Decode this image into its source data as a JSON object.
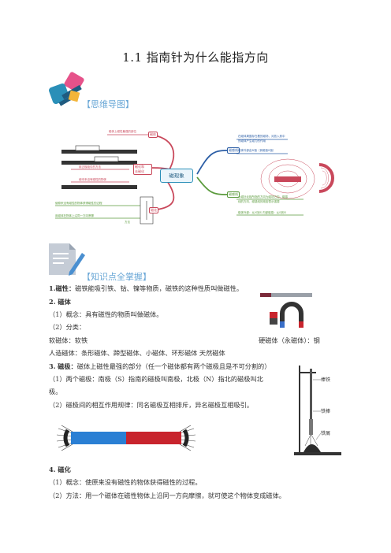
{
  "title": "1.1  指南针为什么能指方向",
  "mindmap": {
    "header": "【思维导图】",
    "center": "磁现象",
    "left_nodes": {
      "magnet": "磁体",
      "magnetize": "磁化和\n去磁化",
      "compass": "磁化"
    },
    "right_nodes": {
      "field": "磁感线",
      "lines": "磁感线"
    },
    "notes": {
      "n1": "磁体上磁性最强的部位",
      "n2": "用正极吸引的方法",
      "n3": "使本来没有磁性的物体",
      "n4": "使原来没有磁性的物体获得磁性的过程",
      "n5": "用磁体在物体上沿同一方向摩擦",
      "n6": "方法",
      "f1": "在磁体周围存在着的磁场，对放入其中",
      "f2": "的磁体产生磁力的作用",
      "f3": "磁体外部由N极（到磁极S极）",
      "l1": "小磁针北极所指的方向为磁场方向，磁感",
      "l2": "线的方向，磁感线的疏密表示强弱",
      "l3": "磁体外部：从N到S   内部磁感：从S到N"
    }
  },
  "knowledge": {
    "header": "【知识点全掌握】",
    "p1_num": "1.",
    "p1_term": "磁性：",
    "p1_text": "磁铁能吸引铁、钴、镍等物质，磁铁的这种性质叫做磁性。",
    "p2_num": "2.",
    "p2_term": "磁体",
    "p2_l1": "（1）概念：具有磁性的物质叫做磁体。",
    "p2_l2": "（2）分类：",
    "p2_l3a": "软磁体：软铁",
    "p2_l3b": "硬磁体（永磁体）：钢",
    "p2_l4": "人造磁体：条形磁体、蹄型磁体、小磁体、环形磁体      天然磁体",
    "p3_num": "3.",
    "p3_term": "磁极：",
    "p3_text": "磁体上磁性最强的部分（任一个磁体都有两个磁极且是不可分割的）",
    "p3_l1": "（1）两个磁极：南极（S）指南的磁极叫南极，北极（N）指北的磁极叫北",
    "p3_l1b": "极。",
    "p3_l2": "（2）磁极间的相互作用规律：同名磁极互相排斥，异名磁极互相吸引。",
    "p4_num": "4.",
    "p4_term": "磁化",
    "p4_l1": "（1）概念：使原来没有磁性的物体获得磁性的过程。",
    "p4_l2": "（2）方法：用一个磁体在磁性物体上沿同一方向摩擦，就可使这个物体变成磁体。"
  },
  "figure_labels": {
    "rod_top": "棒铁",
    "rod_mid": "铁棒",
    "rod_bottom": "铁屑"
  },
  "colors": {
    "accent_blue": "#6aa7d6",
    "mind_red": "#c9485b",
    "mind_blue": "#2d5fa6",
    "mind_green": "#5a9a3c",
    "magnet_blue": "#2a7fd4",
    "magnet_red": "#c8242d"
  }
}
